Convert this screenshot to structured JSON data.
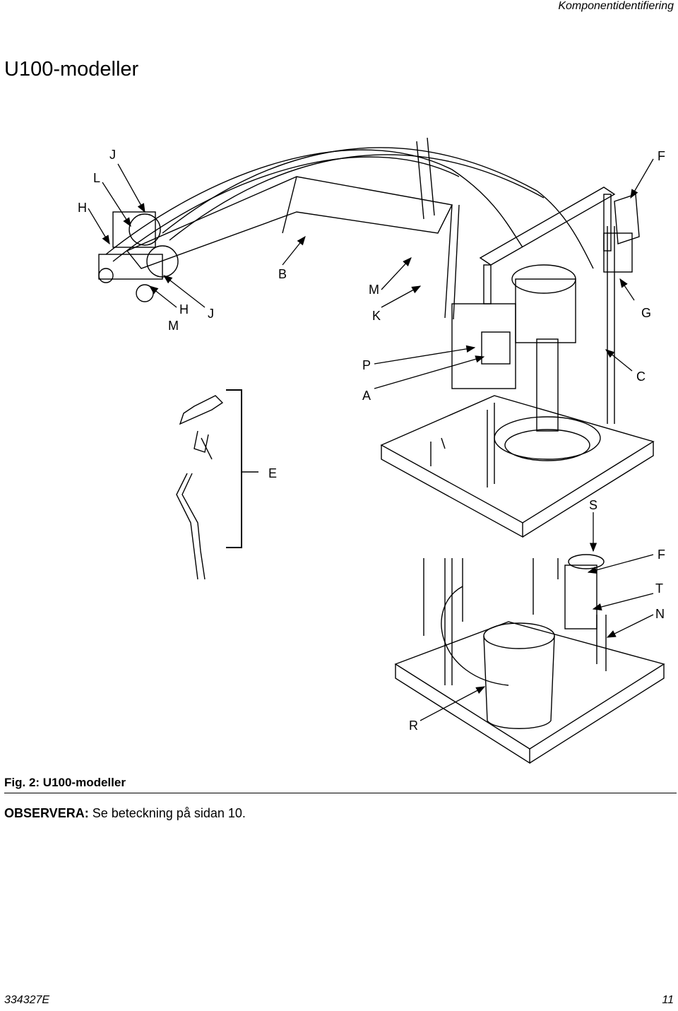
{
  "header": {
    "section": "Komponentidentifiering"
  },
  "title": "U100-modeller",
  "figure": {
    "callouts": {
      "J1": "J",
      "L": "L",
      "H1": "H",
      "F1": "F",
      "B": "B",
      "M1": "M",
      "H2": "H",
      "J2": "J",
      "M2": "M",
      "K": "K",
      "G": "G",
      "P": "P",
      "C": "C",
      "A": "A",
      "E": "E",
      "S": "S",
      "F2": "F",
      "T": "T",
      "N": "N",
      "R": "R"
    },
    "caption_prefix": "Fig.",
    "caption_text": "2: U100-modeller"
  },
  "note": {
    "label": "OBSERVERA:",
    "text": "Se beteckning på sidan 10."
  },
  "footer": {
    "doc_number": "334327E",
    "page_number": "11"
  }
}
